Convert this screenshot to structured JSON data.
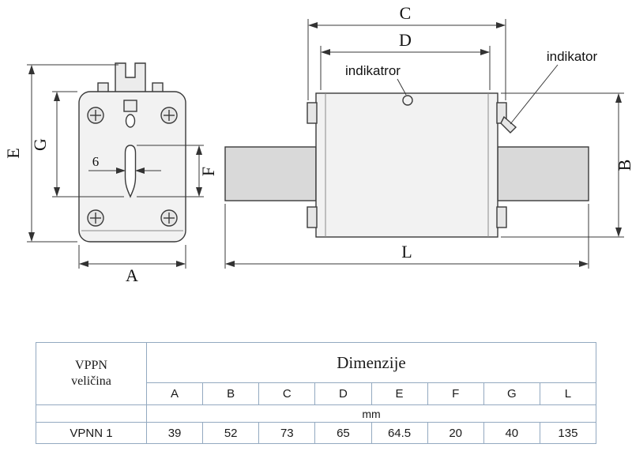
{
  "drawing": {
    "front_view": {
      "dim_e": "E",
      "dim_g": "G",
      "dim_f": "F",
      "dim_a": "A",
      "slot_width": "6"
    },
    "side_view": {
      "dim_c": "C",
      "dim_d": "D",
      "dim_b": "B",
      "dim_l": "L",
      "label_indicator_top": "indikatror",
      "label_indicator_side": "indikator"
    }
  },
  "table": {
    "row_header": {
      "line1": "VPPN",
      "line2": "veličina"
    },
    "group_header": "Dimenzije",
    "columns": [
      "A",
      "B",
      "C",
      "D",
      "E",
      "F",
      "G",
      "L"
    ],
    "unit": "mm",
    "rows": [
      {
        "name": "VPNN 1",
        "values": [
          "39",
          "52",
          "73",
          "65",
          "64.5",
          "20",
          "40",
          "135"
        ]
      }
    ]
  },
  "colors": {
    "table_border": "#93a9c0",
    "drawing_line": "#3a3a3a",
    "fill_light": "#f2f2f2",
    "fill_mid": "#d9d9d9"
  }
}
